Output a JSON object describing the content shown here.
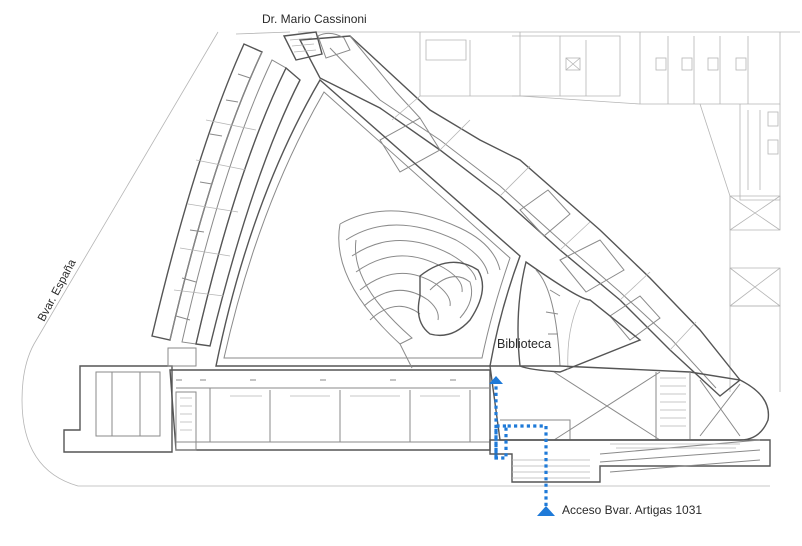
{
  "map": {
    "labels": {
      "street_top": "Dr. Mario Cassinoni",
      "street_left": "Bvar. España",
      "library": "Biblioteca",
      "access": "Acceso Bvar. Artigas 1031"
    },
    "route_color": "#1f7ad8",
    "wall_color": "#8a8a8a",
    "markers": [
      {
        "name": "library-entrance-arrow",
        "direction": "up"
      },
      {
        "name": "access-entrance-arrow",
        "direction": "up"
      }
    ]
  }
}
